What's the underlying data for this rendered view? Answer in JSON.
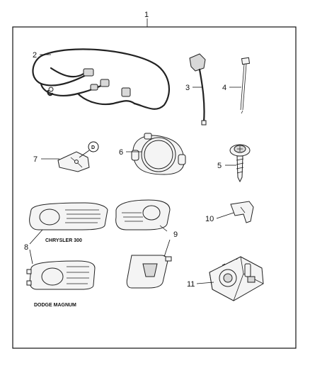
{
  "callouts": {
    "c1": "1",
    "c2": "2",
    "c3": "3",
    "c4": "4",
    "c5": "5",
    "c6": "6",
    "c7": "7",
    "c8": "8",
    "c9": "9",
    "c10": "10",
    "c11": "11"
  },
  "clip_badge": "D",
  "captions": {
    "chrysler": "CHRYSLER 300",
    "dodge": "DODGE MAGNUM"
  }
}
